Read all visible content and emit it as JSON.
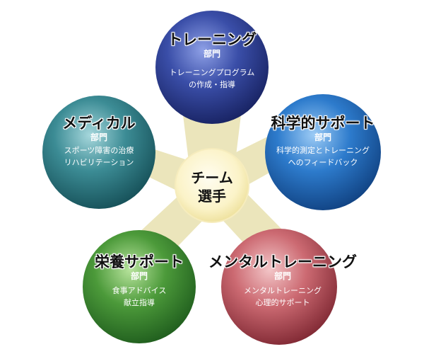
{
  "center": {
    "line1": "チーム",
    "line2": "選手"
  },
  "departments": [
    {
      "title": "トレーニング",
      "sub": "部門",
      "desc1": "トレーニングプログラム",
      "desc2": "の作成・指導",
      "color": "#2a3a8c"
    },
    {
      "title": "科学的サポート",
      "sub": "部門",
      "desc1": "科学的測定とトレーニング",
      "desc2": "へのフィードバック",
      "color": "#1f63b0"
    },
    {
      "title": "メンタルトレーニング",
      "sub": "部門",
      "desc1": "メンタルトレーニング",
      "desc2": "心理的サポート",
      "color": "#b34a52"
    },
    {
      "title": "栄養サポート",
      "sub": "部門",
      "desc1": "食事アドバイス",
      "desc2": "献立指導",
      "color": "#2e7d2e"
    },
    {
      "title": "メディカル",
      "sub": "部門",
      "desc1": "スポーツ障害の治療",
      "desc2": "リハビリテーション",
      "color": "#236c73"
    }
  ]
}
